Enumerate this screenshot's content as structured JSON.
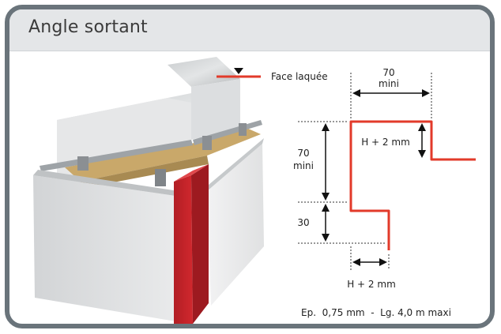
{
  "header": {
    "title": "Angle sortant"
  },
  "legend": {
    "label": "Face laquée",
    "line_color": "#e23a2a"
  },
  "dimensions": {
    "top_width_value": "70",
    "top_width_unit": "mini",
    "left_height_value": "70",
    "left_height_unit": "mini",
    "lower_height": "30",
    "lip_height": "H + 2 mm",
    "bottom_width": "H + 2 mm"
  },
  "specs": "Ep.  0,75 mm  -  Lg. 4,0 m maxi",
  "colors": {
    "frame": "#6a747b",
    "header_bg": "#e4e6e8",
    "profile_red": "#e23a2a",
    "angle_red": "#c9262c"
  }
}
